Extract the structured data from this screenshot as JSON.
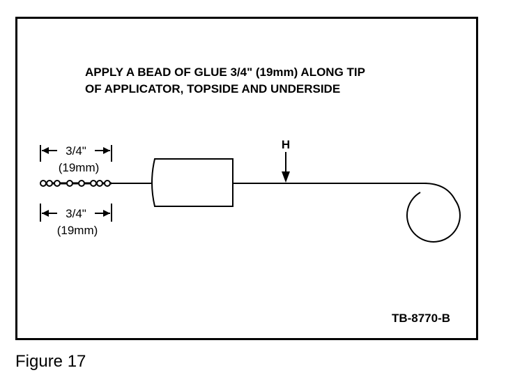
{
  "instruction": {
    "line1": "APPLY A BEAD OF GLUE 3/4\" (19mm) ALONG TIP",
    "line2": "OF APPLICATOR, TOPSIDE AND UNDERSIDE"
  },
  "top_dimension": {
    "fraction": "3/4\"",
    "metric": "(19mm)"
  },
  "bottom_dimension": {
    "fraction": "3/4\"",
    "metric": "(19mm)"
  },
  "marker": "H",
  "code": "TB-8770-B",
  "figure_label": "Figure 17"
}
